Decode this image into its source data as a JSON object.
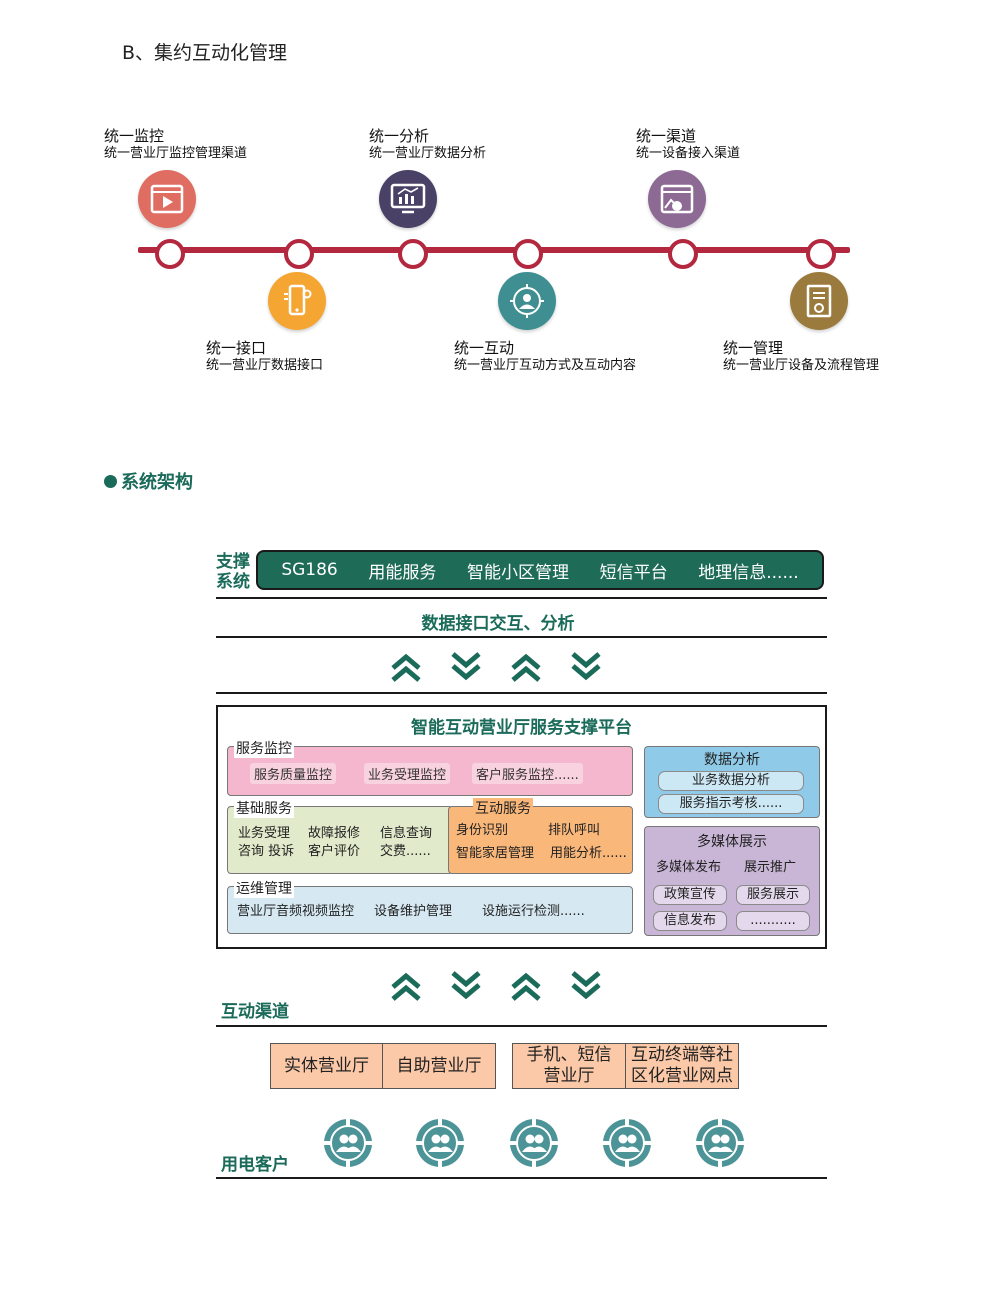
{
  "heading": "B、集约互动化管理",
  "timeline": {
    "items": [
      {
        "title": "统一监控",
        "sub": "统一营业厅监控管理渠道",
        "icon": "video-player-icon",
        "color": "#e06d62"
      },
      {
        "title": "统一接口",
        "sub": "统一营业厅数据接口",
        "icon": "mobile-settings-icon",
        "color": "#f4a532"
      },
      {
        "title": "统一分析",
        "sub": "统一营业厅数据分析",
        "icon": "analytics-monitor-icon",
        "color": "#4a4166"
      },
      {
        "title": "统一互动",
        "sub": "统一营业厅互动方式及互动内容",
        "icon": "interaction-users-icon",
        "color": "#3f8f92"
      },
      {
        "title": "统一渠道",
        "sub": "统一设备接入渠道",
        "icon": "channel-window-icon",
        "color": "#8c6a93"
      },
      {
        "title": "统一管理",
        "sub": "统一营业厅设备及流程管理",
        "icon": "document-settings-icon",
        "color": "#9a7b3d"
      }
    ],
    "line_color": "#b3273f"
  },
  "section_title": "系统架构",
  "arch": {
    "support": {
      "label_line1": "支撑",
      "label_line2": "系统",
      "items": [
        "SG186",
        "用能服务",
        "智能小区管理",
        "短信平台",
        "地理信息......"
      ]
    },
    "data_interface": "数据接口交互、分析",
    "platform": {
      "title": "智能互动营业厅服务支撑平台",
      "service_monitor": {
        "title": "服务监控",
        "items": [
          "服务质量监控",
          "业务受理监控",
          "客户服务监控......"
        ]
      },
      "basic_service": {
        "title": "基础服务",
        "rows": [
          [
            "业务受理",
            "故障报修",
            "信息查询"
          ],
          [
            "咨询 投诉",
            "客户评价",
            "交费......"
          ]
        ]
      },
      "interactive_service": {
        "title": "互动服务",
        "rows": [
          [
            "身份识别",
            "排队呼叫"
          ],
          [
            "智能家居管理",
            "用能分析......"
          ]
        ]
      },
      "ops": {
        "title": "运维管理",
        "items": [
          "营业厅音频视频监控",
          "设备维护管理",
          "设施运行检测......"
        ]
      },
      "data_analysis": {
        "title": "数据分析",
        "items": [
          "业务数据分析",
          "服务指示考核......"
        ]
      },
      "multimedia": {
        "title": "多媒体展示",
        "items": [
          "多媒体发布",
          "展示推广",
          "政策宣传",
          "服务展示",
          "信息发布",
          "..........."
        ]
      }
    },
    "channels": {
      "label": "互动渠道",
      "items": [
        "实体营业厅",
        "自助营业厅",
        "手机、短信营业厅",
        "互动终端等社区化营业网点"
      ]
    },
    "customers": {
      "label": "用电客户",
      "count": 5
    },
    "colors": {
      "brand_green": "#1b6b5a",
      "service_monitor_bg": "#f5b7cd",
      "basic_service_bg": "#e1eacb",
      "interactive_service_bg": "#f9b77a",
      "ops_bg": "#d6e9f3",
      "data_analysis_bg": "#8fcbe8",
      "multimedia_bg": "#c9b6d6",
      "channel_bg": "#fbc8a8",
      "customer_icon": "#4c9497"
    }
  }
}
